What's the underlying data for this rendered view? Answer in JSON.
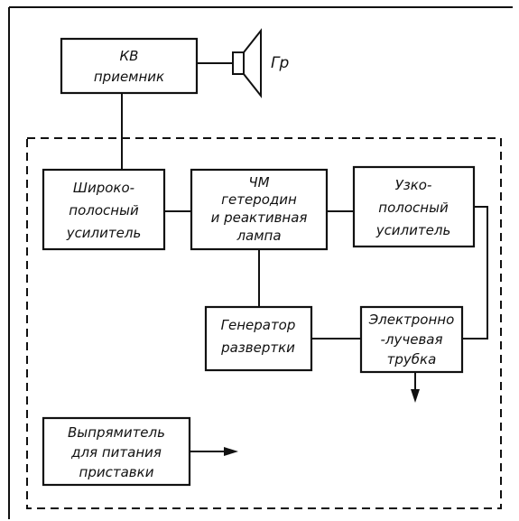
{
  "blocks": {
    "kv_receiver": {
      "lines": [
        "КВ",
        "приемник"
      ]
    },
    "speaker": {
      "label": "Гр"
    },
    "wideband_amp": {
      "lines": [
        "Широко-",
        "полосный",
        "усилитель"
      ]
    },
    "fm_oscillator": {
      "lines": [
        "ЧМ",
        "гетеродин",
        "и реактивная",
        "лампа"
      ]
    },
    "narrowband_amp": {
      "lines": [
        "Узко-",
        "полосный",
        "усилитель"
      ]
    },
    "sweep_generator": {
      "lines": [
        "Генератор",
        "развертки"
      ]
    },
    "crt": {
      "lines": [
        "Электронно",
        "-лучевая",
        "трубка"
      ]
    },
    "rectifier": {
      "lines": [
        "Выпрямитель",
        "для питания",
        "приставки"
      ]
    }
  }
}
